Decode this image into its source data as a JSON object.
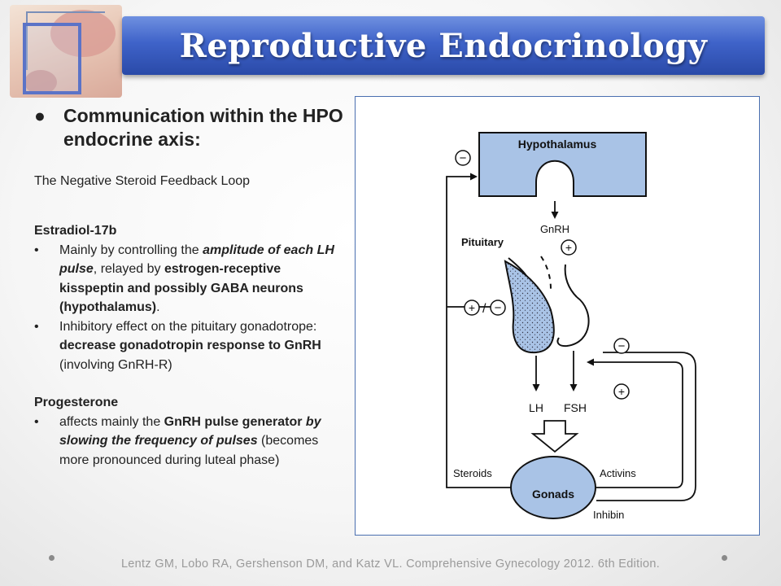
{
  "title": "Reproductive Endocrinology",
  "heading": {
    "bullet": "●",
    "text": "Communication within the HPO endocrine axis:"
  },
  "subtitle": "The Negative Steroid Feedback Loop",
  "estradiol": {
    "title": "Estradiol-17b",
    "bullet1": {
      "t1": "Mainly by controlling the ",
      "t2": "amplitude of each LH pulse",
      "t3": ", relayed by ",
      "t4": "estrogen-receptive kisspeptin and possibly GABA neurons (hypothalamus)",
      "t5": "."
    },
    "bullet2": {
      "t1": "Inhibitory effect on the pituitary gonadotrope: ",
      "t2": "decrease gonadotropin response to GnRH",
      "t3": " (involving GnRH-R)"
    }
  },
  "progesterone": {
    "title": "Progesterone",
    "bullet1": {
      "t1": "affects mainly the ",
      "t2": "GnRH pulse generator",
      "t3": " by slowing the frequency of pulses",
      "t4": " (becomes more pronounced during luteal phase)"
    }
  },
  "diagram": {
    "hypothalamus": "Hypothalamus",
    "pituitary": "Pituitary",
    "gnrh": "GnRH",
    "lh": "LH",
    "fsh": "FSH",
    "gonads": "Gonads",
    "steroids": "Steroids",
    "activins": "Activins",
    "inhibin": "Inhibin",
    "minus": "−",
    "plus": "+",
    "slash": "/"
  },
  "citation": "Lentz GM, Lobo RA, Gershenson DM, and Katz VL. Comprehensive Gynecology 2012. 6th Edition.",
  "colors": {
    "title_bar": "#3f63c9",
    "diagram_fill": "#a9c3e6",
    "diagram_border": "#4a6fb0"
  }
}
